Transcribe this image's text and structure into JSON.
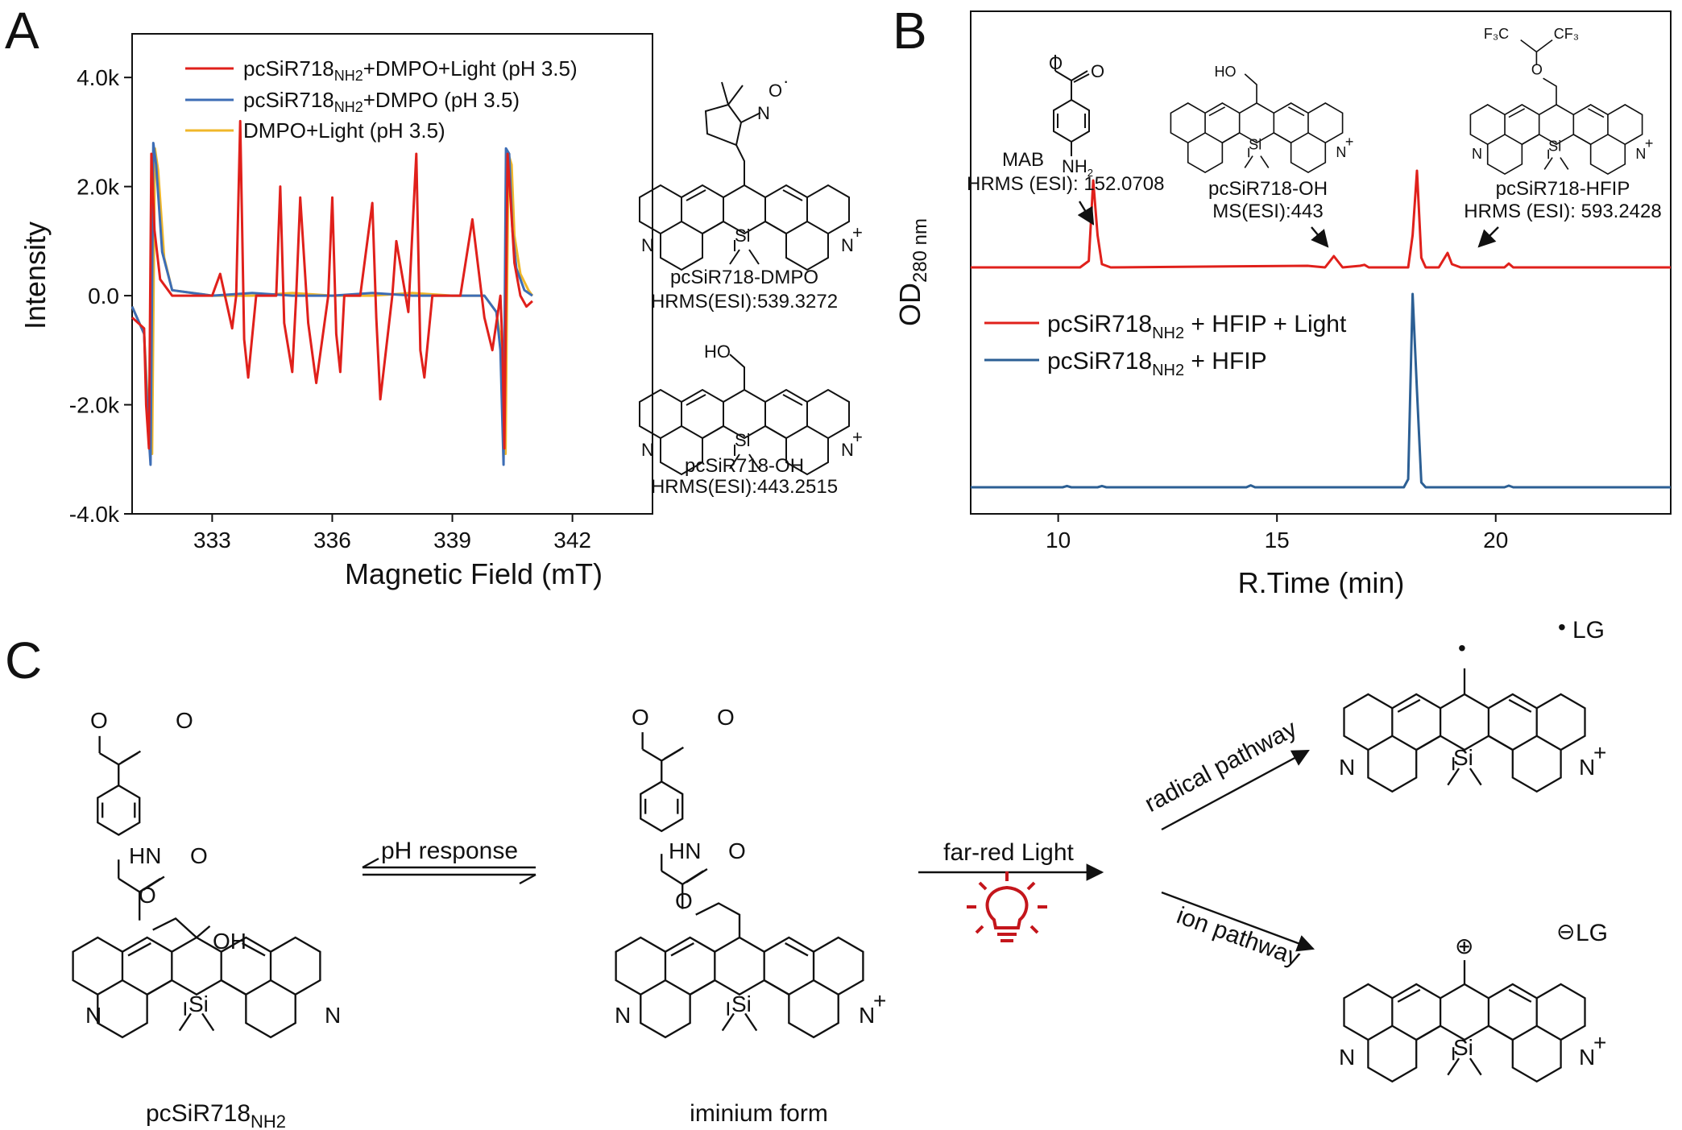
{
  "panels": {
    "a": "A",
    "b": "B",
    "c": "C"
  },
  "chart_data": [
    {
      "type": "line",
      "title": "",
      "xlabel": "Magnetic Field (mT)",
      "ylabel": "Intensity",
      "xlim": [
        331.0,
        344.0
      ],
      "ylim": [
        -4000,
        4800
      ],
      "xticks": [
        333,
        336,
        339,
        342
      ],
      "xtick_labels": [
        "333",
        "336",
        "339",
        "342"
      ],
      "yticks": [
        4000,
        2000,
        0,
        -2000,
        -4000
      ],
      "ytick_labels": [
        "4.0k",
        "2.0k",
        "0.0",
        "-2.0k",
        "-4.0k"
      ],
      "grid": false,
      "legend_position": "top-left",
      "series": [
        {
          "name": "pcSiR718NH2+DMPO+Light (pH 3.5)",
          "name_main": "pcSiR718",
          "name_sub": "NH2",
          "name_rest": "+DMPO+Light (pH 3.5)",
          "color": "#e0201b",
          "x": [
            331.0,
            331.3,
            331.35,
            331.42,
            331.48,
            331.56,
            331.7,
            332.0,
            332.4,
            332.8,
            333.0,
            333.2,
            333.5,
            333.6,
            333.7,
            333.8,
            333.9,
            334.1,
            334.3,
            334.6,
            334.7,
            334.8,
            335.0,
            335.1,
            335.2,
            335.4,
            335.6,
            335.9,
            336.0,
            336.1,
            336.2,
            336.3,
            336.5,
            336.7,
            337.0,
            337.1,
            337.2,
            337.5,
            337.6,
            337.9,
            338.1,
            338.2,
            338.3,
            338.5,
            338.9,
            339.2,
            339.5,
            339.8,
            340.0,
            340.2,
            340.25,
            340.3,
            340.38,
            340.45,
            340.55,
            340.7,
            340.85,
            341.0
          ],
          "y": [
            -400,
            -600,
            -2000,
            -2800,
            2600,
            1200,
            300,
            0,
            0,
            0,
            0,
            400,
            -600,
            0,
            3200,
            -800,
            -1500,
            0,
            0,
            0,
            2000,
            -500,
            -1400,
            0,
            1800,
            -500,
            -1600,
            0,
            1800,
            -700,
            -1400,
            0,
            0,
            0,
            1700,
            -400,
            -1900,
            0,
            1000,
            -300,
            2600,
            -1000,
            -1500,
            0,
            0,
            0,
            1400,
            -400,
            -1000,
            0,
            -900,
            -2800,
            2600,
            1800,
            600,
            0,
            -200,
            -100
          ]
        },
        {
          "name": "pcSiR718NH2+DMPO (pH 3.5)",
          "name_main": "pcSiR718",
          "name_sub": "NH2",
          "name_rest": "+DMPO (pH 3.5)",
          "color": "#3d6db5",
          "x": [
            331.0,
            331.3,
            331.4,
            331.46,
            331.53,
            331.6,
            331.75,
            332.0,
            333.0,
            334.0,
            335.0,
            336.0,
            337.0,
            338.0,
            339.0,
            339.8,
            340.1,
            340.2,
            340.28,
            340.34,
            340.42,
            340.5,
            340.6,
            340.8,
            341.0
          ],
          "y": [
            -200,
            -700,
            -2400,
            -3100,
            2800,
            2400,
            800,
            100,
            0,
            50,
            0,
            0,
            50,
            0,
            0,
            0,
            -300,
            -1000,
            -3100,
            2700,
            2600,
            1200,
            500,
            100,
            0
          ]
        },
        {
          "name": "DMPO+Light (pH 3.5)",
          "name_main": "DMPO+Light (pH 3.5)",
          "name_sub": "",
          "name_rest": "",
          "color": "#f0b72a",
          "x": [
            331.0,
            331.3,
            331.42,
            331.5,
            331.57,
            331.65,
            331.8,
            332.0,
            333.0,
            334.0,
            335.0,
            336.0,
            337.0,
            338.0,
            339.0,
            339.8,
            340.1,
            340.25,
            340.33,
            340.4,
            340.48,
            340.55,
            340.7,
            340.9,
            341.0
          ],
          "y": [
            -200,
            -700,
            -2400,
            -2900,
            2700,
            2300,
            700,
            100,
            0,
            0,
            50,
            0,
            0,
            50,
            0,
            0,
            -300,
            -1000,
            -2900,
            2600,
            2400,
            1100,
            400,
            100,
            0
          ]
        }
      ]
    },
    {
      "type": "line",
      "title": "",
      "xlabel": "R.Time (min)",
      "ylabel": "OD280 nm",
      "ylabel_main": "OD",
      "ylabel_sub": "280 nm",
      "xlim": [
        8.0,
        24.0
      ],
      "xticks": [
        10,
        15,
        20
      ],
      "xtick_labels": [
        "10",
        "15",
        "20"
      ],
      "grid": false,
      "legend_position": "middle-left",
      "series": [
        {
          "name": "pcSiR718NH2 + HFIP + Light",
          "name_main": "pcSiR718",
          "name_sub": "NH2",
          "name_rest": " + HFIP + Light",
          "color": "#e0201b",
          "x": [
            8.0,
            10.5,
            10.7,
            10.8,
            10.9,
            11.0,
            11.2,
            15.7,
            16.1,
            16.3,
            16.5,
            16.9,
            17.0,
            17.1,
            18.0,
            18.1,
            18.2,
            18.3,
            18.4,
            18.7,
            18.9,
            19.0,
            19.2,
            20.2,
            20.3,
            20.4,
            24.0
          ],
          "y": [
            0,
            0,
            0.2,
            2.7,
            1.0,
            0.1,
            0,
            0.05,
            0,
            0.35,
            0,
            0.05,
            0.08,
            0,
            0,
            1.0,
            3.0,
            0.3,
            0,
            0,
            0.45,
            0.1,
            0,
            0,
            0.12,
            0,
            0
          ]
        },
        {
          "name": "pcSiR718NH2 + HFIP",
          "name_main": "pcSiR718",
          "name_sub": "NH2",
          "name_rest": " + HFIP",
          "color": "#2c5f94",
          "x": [
            8.0,
            10.1,
            10.2,
            10.3,
            10.9,
            11.0,
            11.1,
            14.3,
            14.4,
            14.5,
            17.9,
            18.0,
            18.1,
            18.2,
            18.3,
            18.4,
            20.2,
            20.3,
            20.4,
            24.0
          ],
          "y": [
            0,
            0,
            0.08,
            0,
            0,
            0.08,
            0,
            0,
            0.12,
            0,
            0,
            0.5,
            12.0,
            6.0,
            0.3,
            0,
            0,
            0.1,
            0,
            0
          ]
        }
      ]
    }
  ],
  "panelA_structures": {
    "dmpo_top": {
      "O": "O",
      "N": "N",
      "dot": "·"
    },
    "dmpo_main": {
      "N": "N",
      "Si": "Si",
      "Nplus": "N",
      "plus": "+"
    },
    "dmpo_label": {
      "name": "pcSiR718-DMPO",
      "hrms": "HRMS(ESI):539.3272"
    },
    "oh_main": {
      "HO": "HO",
      "N": "N",
      "Si": "Si",
      "Nplus": "N",
      "plus": "+"
    },
    "oh_label": {
      "name": "pcSiR718-OH",
      "hrms": "HRMS(ESI):443.2515"
    }
  },
  "panelB_annotations": {
    "mab": {
      "O1": "O",
      "O2": "O",
      "NH2_main": "NH",
      "NH2_sub": "2",
      "name": "MAB",
      "hrms": "HRMS (ESI): 152.0708"
    },
    "oh": {
      "HO": "HO",
      "Si": "Si",
      "N": "N",
      "plus": "+",
      "name": "pcSiR718-OH",
      "ms": "MS(ESI):443"
    },
    "hfip": {
      "F3C": "F₃C",
      "CF3": "CF₃",
      "O": "O",
      "N": "N",
      "Si": "Si",
      "Nplus": "N",
      "plus": "+",
      "name": "pcSiR718-HFIP",
      "hrms": "HRMS (ESI): 593.2428"
    }
  },
  "panelC": {
    "s1": {
      "O1": "O",
      "O2": "O",
      "HN": "HN",
      "O3": "O",
      "O4": "O",
      "OH": "OH",
      "N1": "N",
      "N2": "N",
      "Si": "Si",
      "label_main": "pcSiR718",
      "label_sub": "NH2"
    },
    "s2": {
      "O1": "O",
      "O2": "O",
      "HN": "HN",
      "O3": "O",
      "O4": "O",
      "N1": "N",
      "N2": "N",
      "plus": "+",
      "Si": "Si",
      "label": "iminium form"
    },
    "s3": {
      "LG": "LG",
      "dot": "•",
      "N1": "N",
      "N2": "N",
      "plus": "+",
      "Si": "Si"
    },
    "s4": {
      "LG": "LG",
      "minus": "⊖",
      "cation": "⊕",
      "N1": "N",
      "N2": "N",
      "plus": "+",
      "Si": "Si"
    },
    "arrows": {
      "ph": "pH response",
      "light": "far-red Light",
      "radical": "radical pathway",
      "ion": "ion pathway"
    },
    "bulb_color": "#c4161c"
  }
}
